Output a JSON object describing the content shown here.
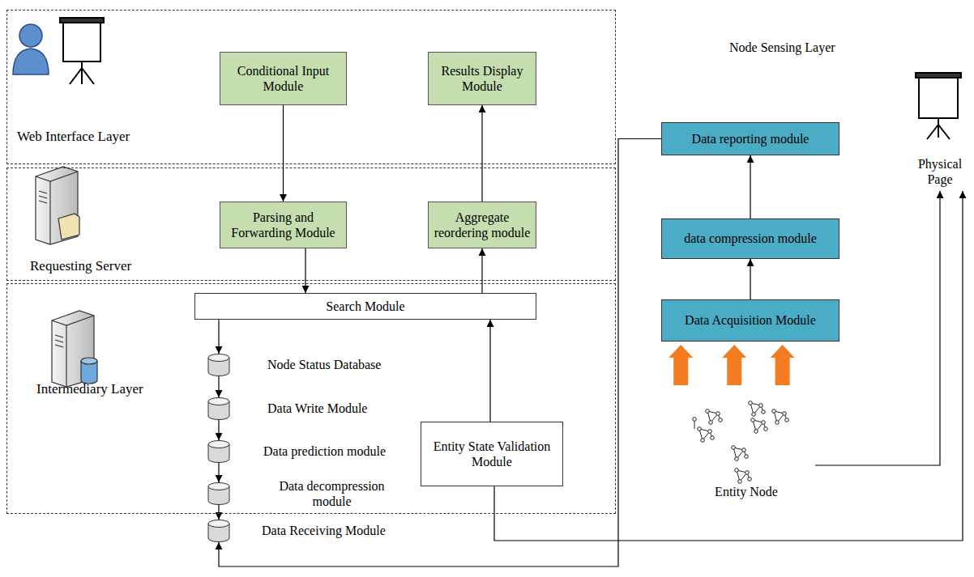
{
  "diagram": {
    "nodes": [
      {
        "text": [
          "Web Interface Layer"
        ]
      },
      {
        "text": [
          "Conditional Input Module"
        ],
        "in": 0
      },
      {
        "text": [
          "Results Display Module"
        ],
        "in": 0
      },
      {
        "text": [
          "Requesting Server"
        ]
      },
      {
        "text": [
          "Parsing and Forwarding Module"
        ],
        "in": 3
      },
      {
        "text": [
          "Aggregate reordering module"
        ],
        "in": 3
      },
      {
        "text": [
          "Intermediary Layer"
        ]
      },
      {
        "text": [
          "Search Module"
        ],
        "in": 6
      },
      {
        "text": [
          "Node Status Database"
        ],
        "in": 6
      },
      {
        "text": [
          "Data Write Module"
        ],
        "in": 6
      },
      {
        "text": [
          "Data prediction module"
        ],
        "in": 6
      },
      {
        "text": [
          "Data decompression module"
        ],
        "in": 6
      },
      {
        "text": [
          "Data Receiving Module"
        ],
        "in": 6
      },
      {
        "text": [
          "Entity State Validation Module"
        ],
        "in": 6
      },
      {
        "text": [
          "Data reporting module"
        ]
      },
      {
        "text": [
          "data compression module"
        ]
      },
      {
        "text": [
          "Data Acquisition Module"
        ]
      },
      {
        "text": [
          "Entity Node"
        ]
      },
      {
        "text": [
          "Physical Page"
        ]
      }
    ],
    "edges": [
      {
        "from": 1,
        "to": 4,
        "arrow": "to"
      },
      {
        "from": 4,
        "to": 7,
        "arrow": "to"
      },
      {
        "from": 7,
        "to": 5,
        "arrow": "to"
      },
      {
        "from": 5,
        "to": 2,
        "arrow": "to"
      },
      {
        "from": 7,
        "to": 8,
        "arrow": "to"
      },
      {
        "from": 8,
        "to": 9,
        "arrow": "to"
      },
      {
        "from": 9,
        "to": 10,
        "arrow": "to"
      },
      {
        "from": 10,
        "to": 11,
        "arrow": "to"
      },
      {
        "from": 11,
        "to": 12,
        "arrow": "to"
      },
      {
        "from": 14,
        "to": 12,
        "arrow": "to"
      },
      {
        "from": 13,
        "to": 7,
        "arrow": "to"
      },
      {
        "from": 13,
        "to": 18,
        "arrow": "to"
      },
      {
        "from": 17,
        "to": 18,
        "arrow": "to"
      },
      {
        "from": 16,
        "to": 15,
        "arrow": "to"
      },
      {
        "from": 15,
        "to": 14,
        "arrow": "to"
      },
      {
        "from": 17,
        "to": 16,
        "arrow": "to"
      },
      {
        "from": 17,
        "to": 16,
        "arrow": "to"
      },
      {
        "from": 17,
        "to": 16,
        "arrow": "to"
      }
    ],
    "labels": [
      "Node Sensing Layer"
    ]
  }
}
